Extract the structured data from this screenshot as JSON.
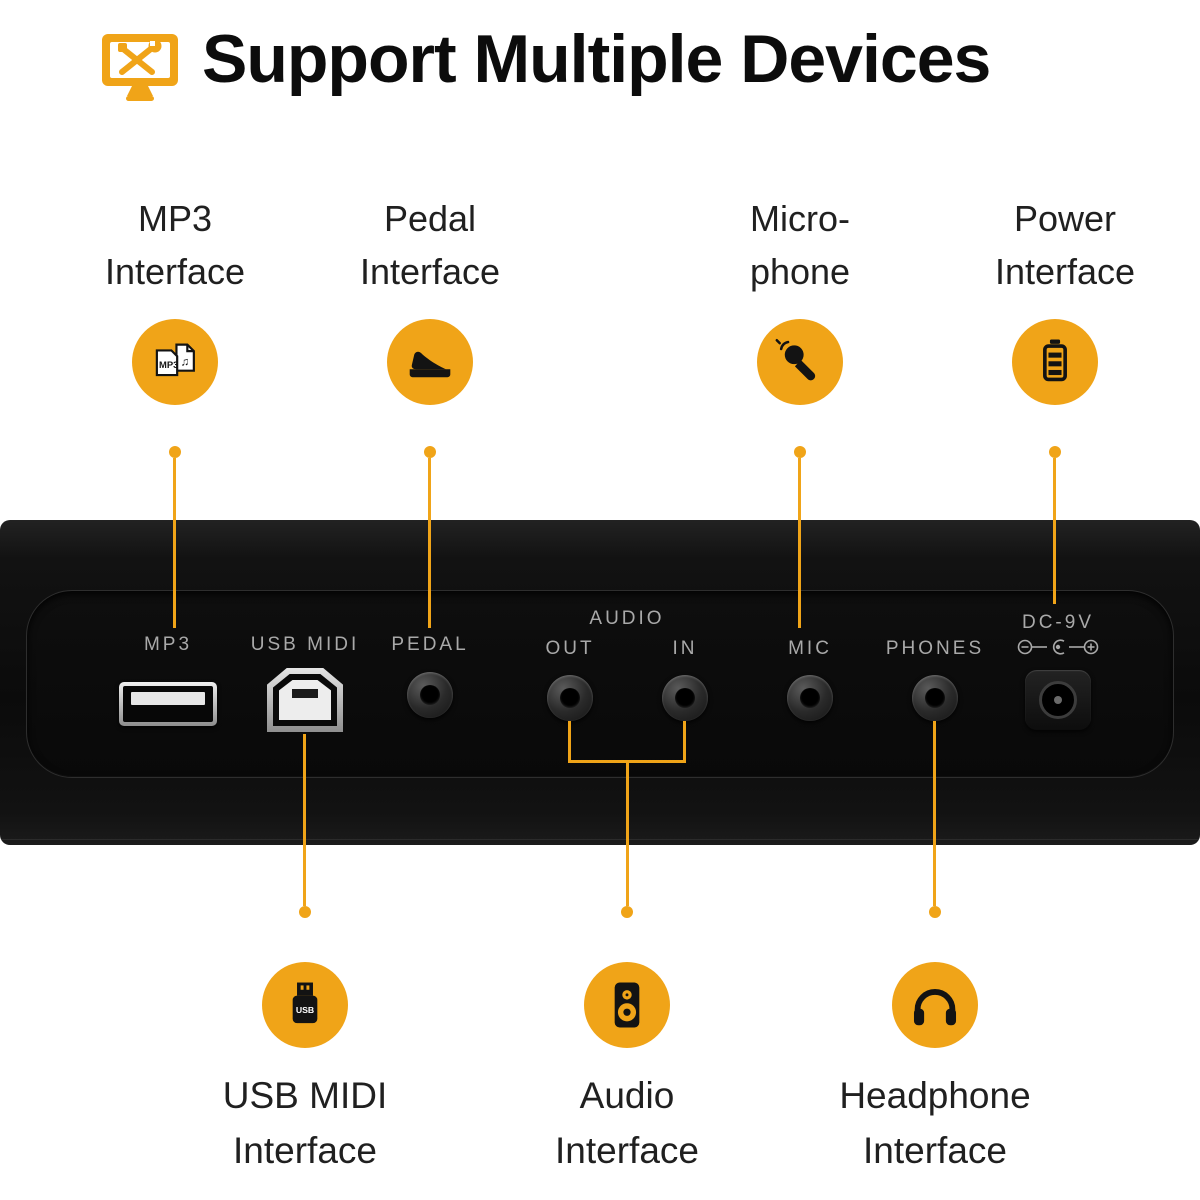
{
  "theme": {
    "accent": "#F0A418",
    "ink": "#131313",
    "panel_text": "#A9A9A9"
  },
  "header": {
    "title": "Support Multiple Devices",
    "icon": "tools-monitor-icon"
  },
  "top_items": [
    {
      "line1": "MP3",
      "line2": "Interface",
      "icon": "mp3-file-icon"
    },
    {
      "line1": "Pedal",
      "line2": "Interface",
      "icon": "pedal-icon"
    },
    {
      "line1": "Micro-",
      "line2": "phone",
      "icon": "microphone-icon"
    },
    {
      "line1": "Power",
      "line2": "Interface",
      "icon": "battery-icon"
    }
  ],
  "panel_ports": {
    "mp3": "MP3",
    "usb_midi": "USB MIDI",
    "pedal": "PEDAL",
    "audio": "AUDIO",
    "out": "OUT",
    "in": "IN",
    "mic": "MIC",
    "phones": "PHONES",
    "dc": "DC-9V"
  },
  "bottom_items": [
    {
      "line1": "USB MIDI",
      "line2": "Interface",
      "icon": "usb-plug-icon"
    },
    {
      "line1": "Audio",
      "line2": "Interface",
      "icon": "speaker-icon"
    },
    {
      "line1": "Headphone",
      "line2": "Interface",
      "icon": "headphones-icon"
    }
  ],
  "icon_glyphs": {
    "mp3_text": "MP3",
    "usb_text": "USB",
    "note": "♫"
  }
}
